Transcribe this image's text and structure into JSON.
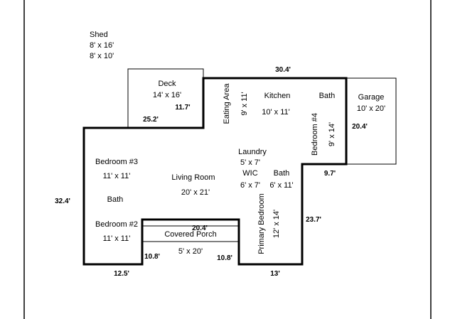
{
  "shed": {
    "label": "Shed",
    "size1": "8' x 16'",
    "size2": "8' x 10'"
  },
  "rooms": {
    "deck": {
      "name": "Deck",
      "size": "14' x 16'"
    },
    "eating_area": {
      "name": "Eating Area",
      "size": "9' x 11'"
    },
    "kitchen": {
      "name": "Kitchen",
      "size": "10' x 11'"
    },
    "bath_top": {
      "name": "Bath"
    },
    "bedroom4": {
      "name": "Bedroom #4",
      "size": "9' x 14'"
    },
    "garage": {
      "name": "Garage",
      "size": "10' x 20'"
    },
    "laundry": {
      "name": "Laundry",
      "size": "5' x 7'"
    },
    "wic": {
      "name": "WIC",
      "size": "6' x 7'"
    },
    "bath_master": {
      "name": "Bath",
      "size": "6' x 11'"
    },
    "bedroom3": {
      "name": "Bedroom #3",
      "size": "11' x 11'"
    },
    "living_room": {
      "name": "Living Room",
      "size": "20' x 21'"
    },
    "bath_left": {
      "name": "Bath"
    },
    "bedroom2": {
      "name": "Bedroom #2",
      "size": "11' x 11'"
    },
    "covered_porch": {
      "name": "Covered Porch",
      "size": "5' x 20'"
    },
    "primary": {
      "name": "Primary Bedroom",
      "size": "12' x 14'"
    }
  },
  "dimensions": {
    "top": "30.4'",
    "deck_inner": "11.7'",
    "deck_bottom": "25.2'",
    "garage_side": "20.4'",
    "right_step": "9.7'",
    "left": "32.4'",
    "right": "23.7'",
    "porch_top": "20.4'",
    "porch_left": "10.8'",
    "porch_right": "10.8'",
    "bottom_left": "12.5'",
    "bottom_right": "13'"
  }
}
